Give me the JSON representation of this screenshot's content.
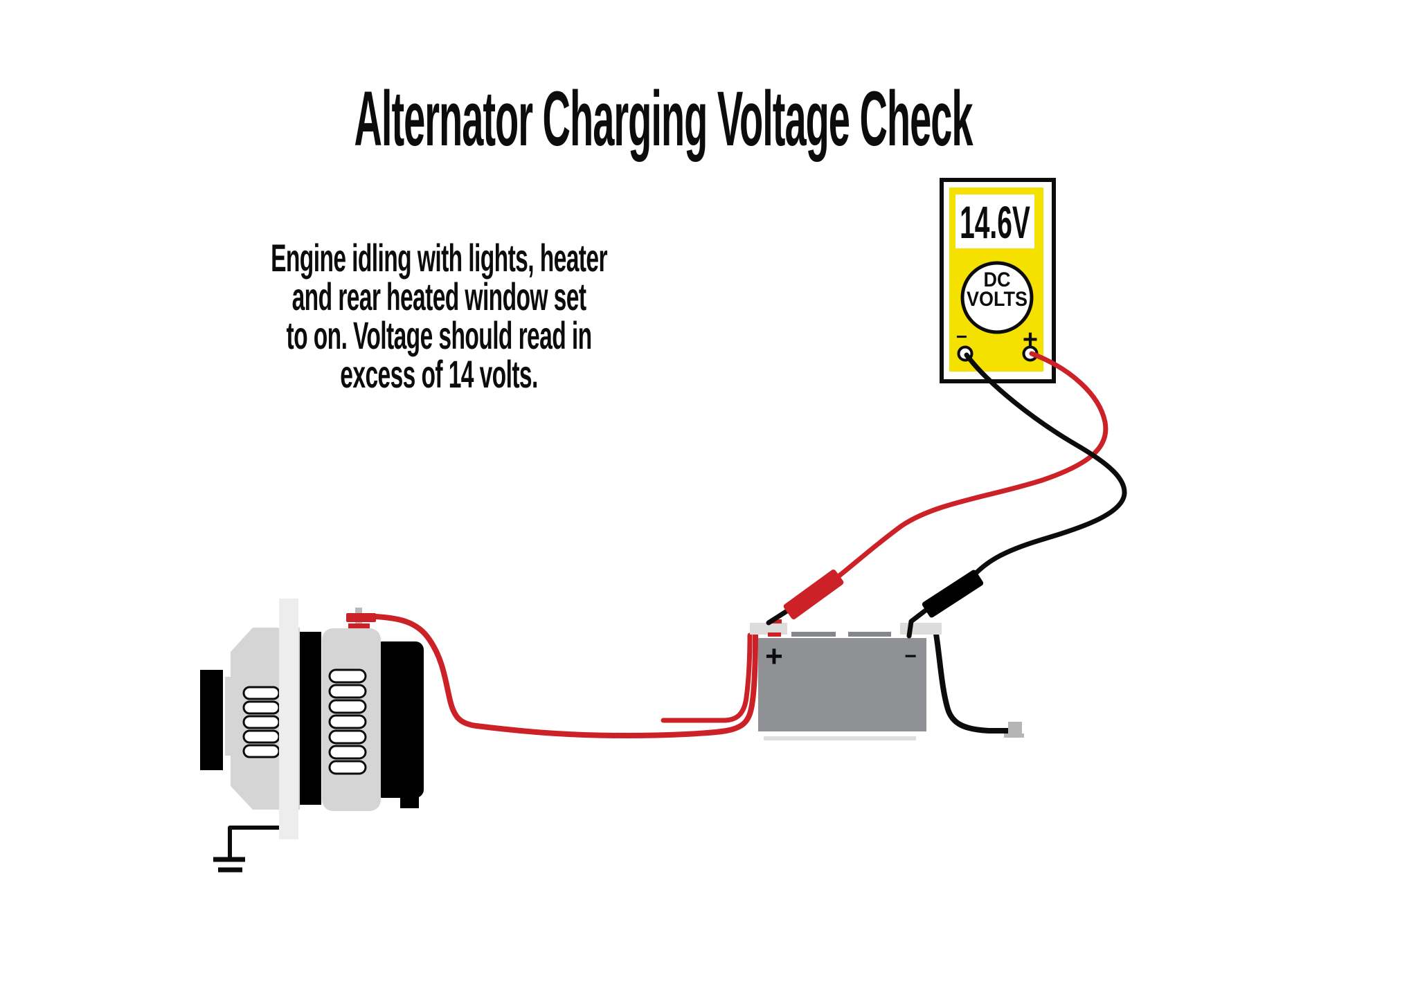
{
  "title": "Alternator Charging Voltage Check",
  "note": {
    "lines": [
      "Engine idling with lights, heater",
      "and rear heated window set",
      "to on. Voltage should read in",
      "excess of 14 volts."
    ]
  },
  "multimeter": {
    "reading": "14.6V",
    "dial_top": "DC",
    "dial_bottom": "VOLTS",
    "minus_label": "−",
    "plus_label": "+"
  },
  "battery": {
    "plus_label": "+",
    "minus_label": "−"
  },
  "colors": {
    "red": "#cc2127",
    "yellow": "#f5e100",
    "meter_white": "#ffffff",
    "battery_gray": "#8f9194",
    "light_gray": "#d5d5d5",
    "strip_gray": "#ededed",
    "terminal_gray": "#dcdcdc",
    "cap_gray": "#85878a",
    "connector_gray": "#b5b5b5",
    "shadow_gray": "#dedede",
    "stud_gray": "#b9b9b9",
    "black": "#000000"
  }
}
